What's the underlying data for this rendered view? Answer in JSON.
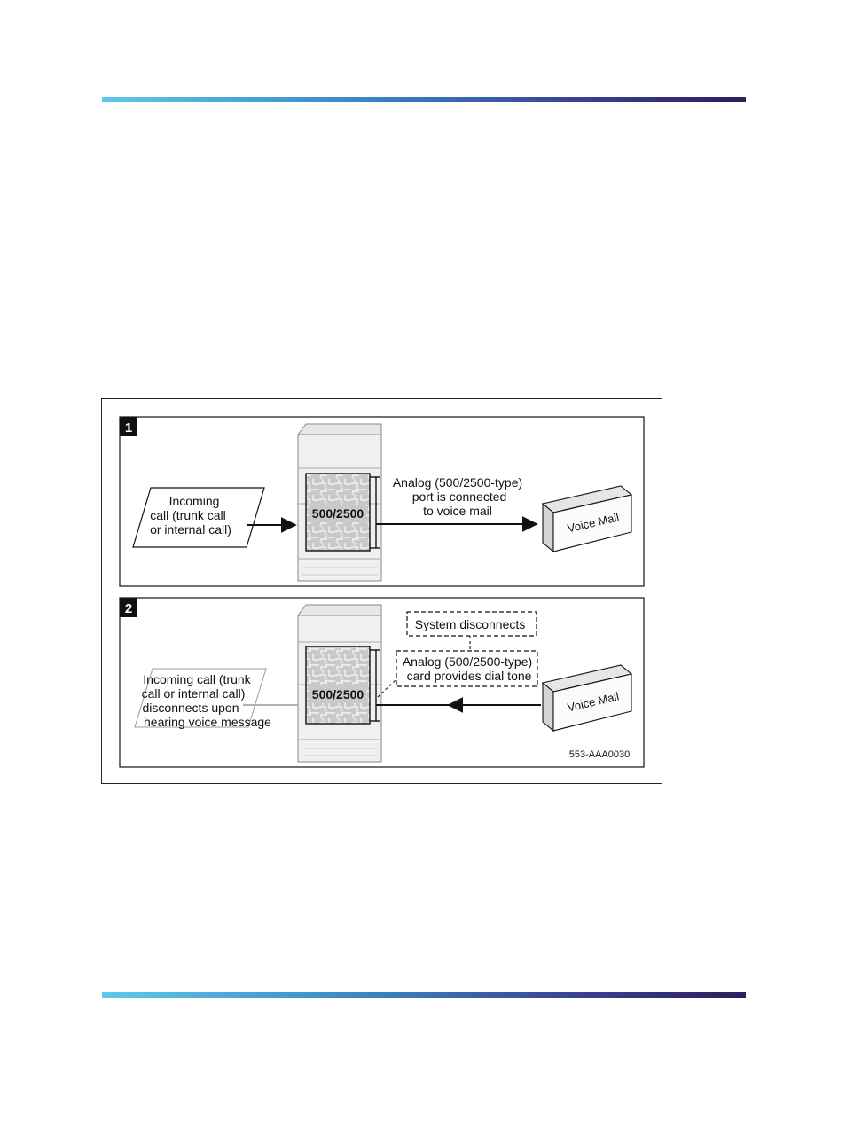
{
  "panel1": {
    "number": "1",
    "incoming_lines": [
      "Incoming",
      "call (trunk call",
      "or internal call)"
    ],
    "card_label": "500/2500",
    "analog_lines": [
      "Analog (500/2500-type)",
      "port is connected",
      "to voice mail"
    ],
    "voicemail_label": "Voice Mail"
  },
  "panel2": {
    "number": "2",
    "incoming_lines": [
      "Incoming call (trunk",
      "call or internal call)",
      "disconnects upon",
      "hearing voice message"
    ],
    "card_label": "500/2500",
    "system_disconnects": "System disconnects",
    "dial_tone_lines": [
      "Analog (500/2500-type)",
      "card provides dial tone"
    ],
    "voicemail_label": "Voice Mail",
    "figure_id": "553-AAA0030"
  }
}
